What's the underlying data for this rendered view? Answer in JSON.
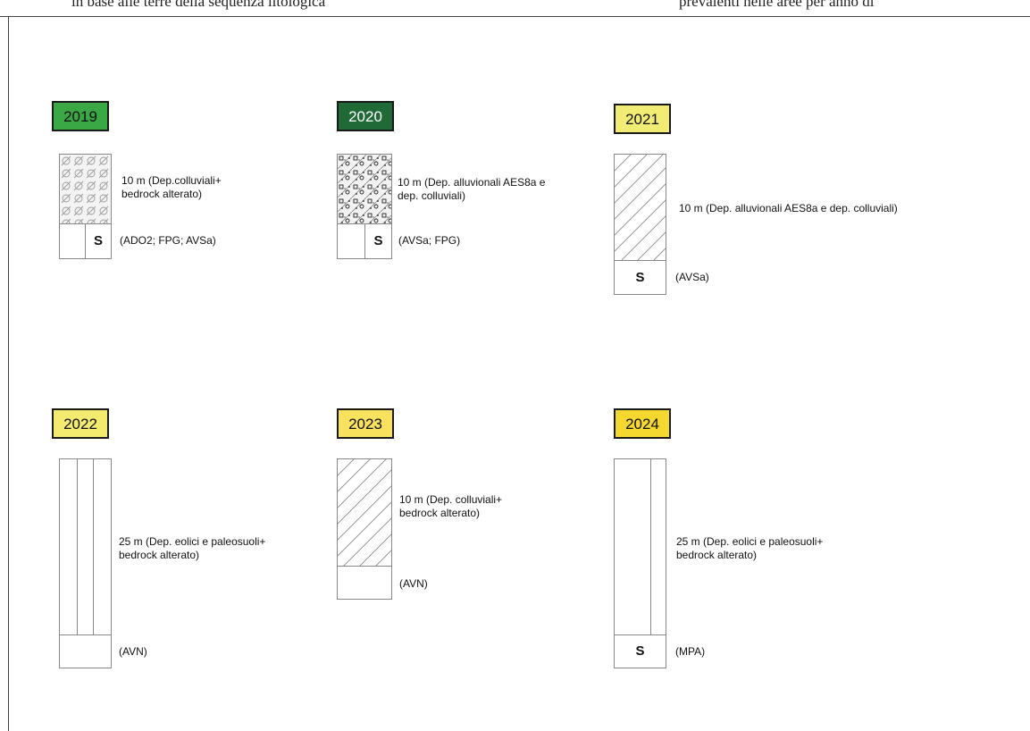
{
  "header": {
    "left_text": "in base alle terre della sequenza litologica",
    "right_text": "prevalenti nelle aree per anno di"
  },
  "colors": {
    "2019": "#3aa845",
    "2020": "#1f6a36",
    "2021": "#f1ec73",
    "2022": "#f3ea70",
    "2023": "#f7e15d",
    "2024": "#f5d82f"
  },
  "panels": [
    {
      "year": "2019",
      "depth_text_line1": "10 m (Dep.colluviali+",
      "depth_text_line2": "bedrock alterato)",
      "s_label": "S",
      "codes": "(ADO2; FPG; AVSa)"
    },
    {
      "year": "2020",
      "depth_text_line1": "10 m (Dep. alluvionali AES8a e",
      "depth_text_line2": "dep. colluviali)",
      "s_label": "S",
      "codes": "(AVSa; FPG)"
    },
    {
      "year": "2021",
      "depth_text_line1": "10 m (Dep. alluvionali AES8a e dep. colluviali)",
      "s_label": "S",
      "codes": "(AVSa)"
    },
    {
      "year": "2022",
      "depth_text_line1": "25 m (Dep. eolici e paleosuoli+",
      "depth_text_line2": "bedrock alterato)",
      "codes": "(AVN)"
    },
    {
      "year": "2023",
      "depth_text_line1": "10 m (Dep. colluviali+",
      "depth_text_line2": "bedrock alterato)",
      "codes": "(AVN)"
    },
    {
      "year": "2024",
      "depth_text_line1": "25 m (Dep. eolici e paleosuoli+",
      "depth_text_line2": "bedrock alterato)",
      "s_label": "S",
      "codes": "(MPA)"
    }
  ]
}
